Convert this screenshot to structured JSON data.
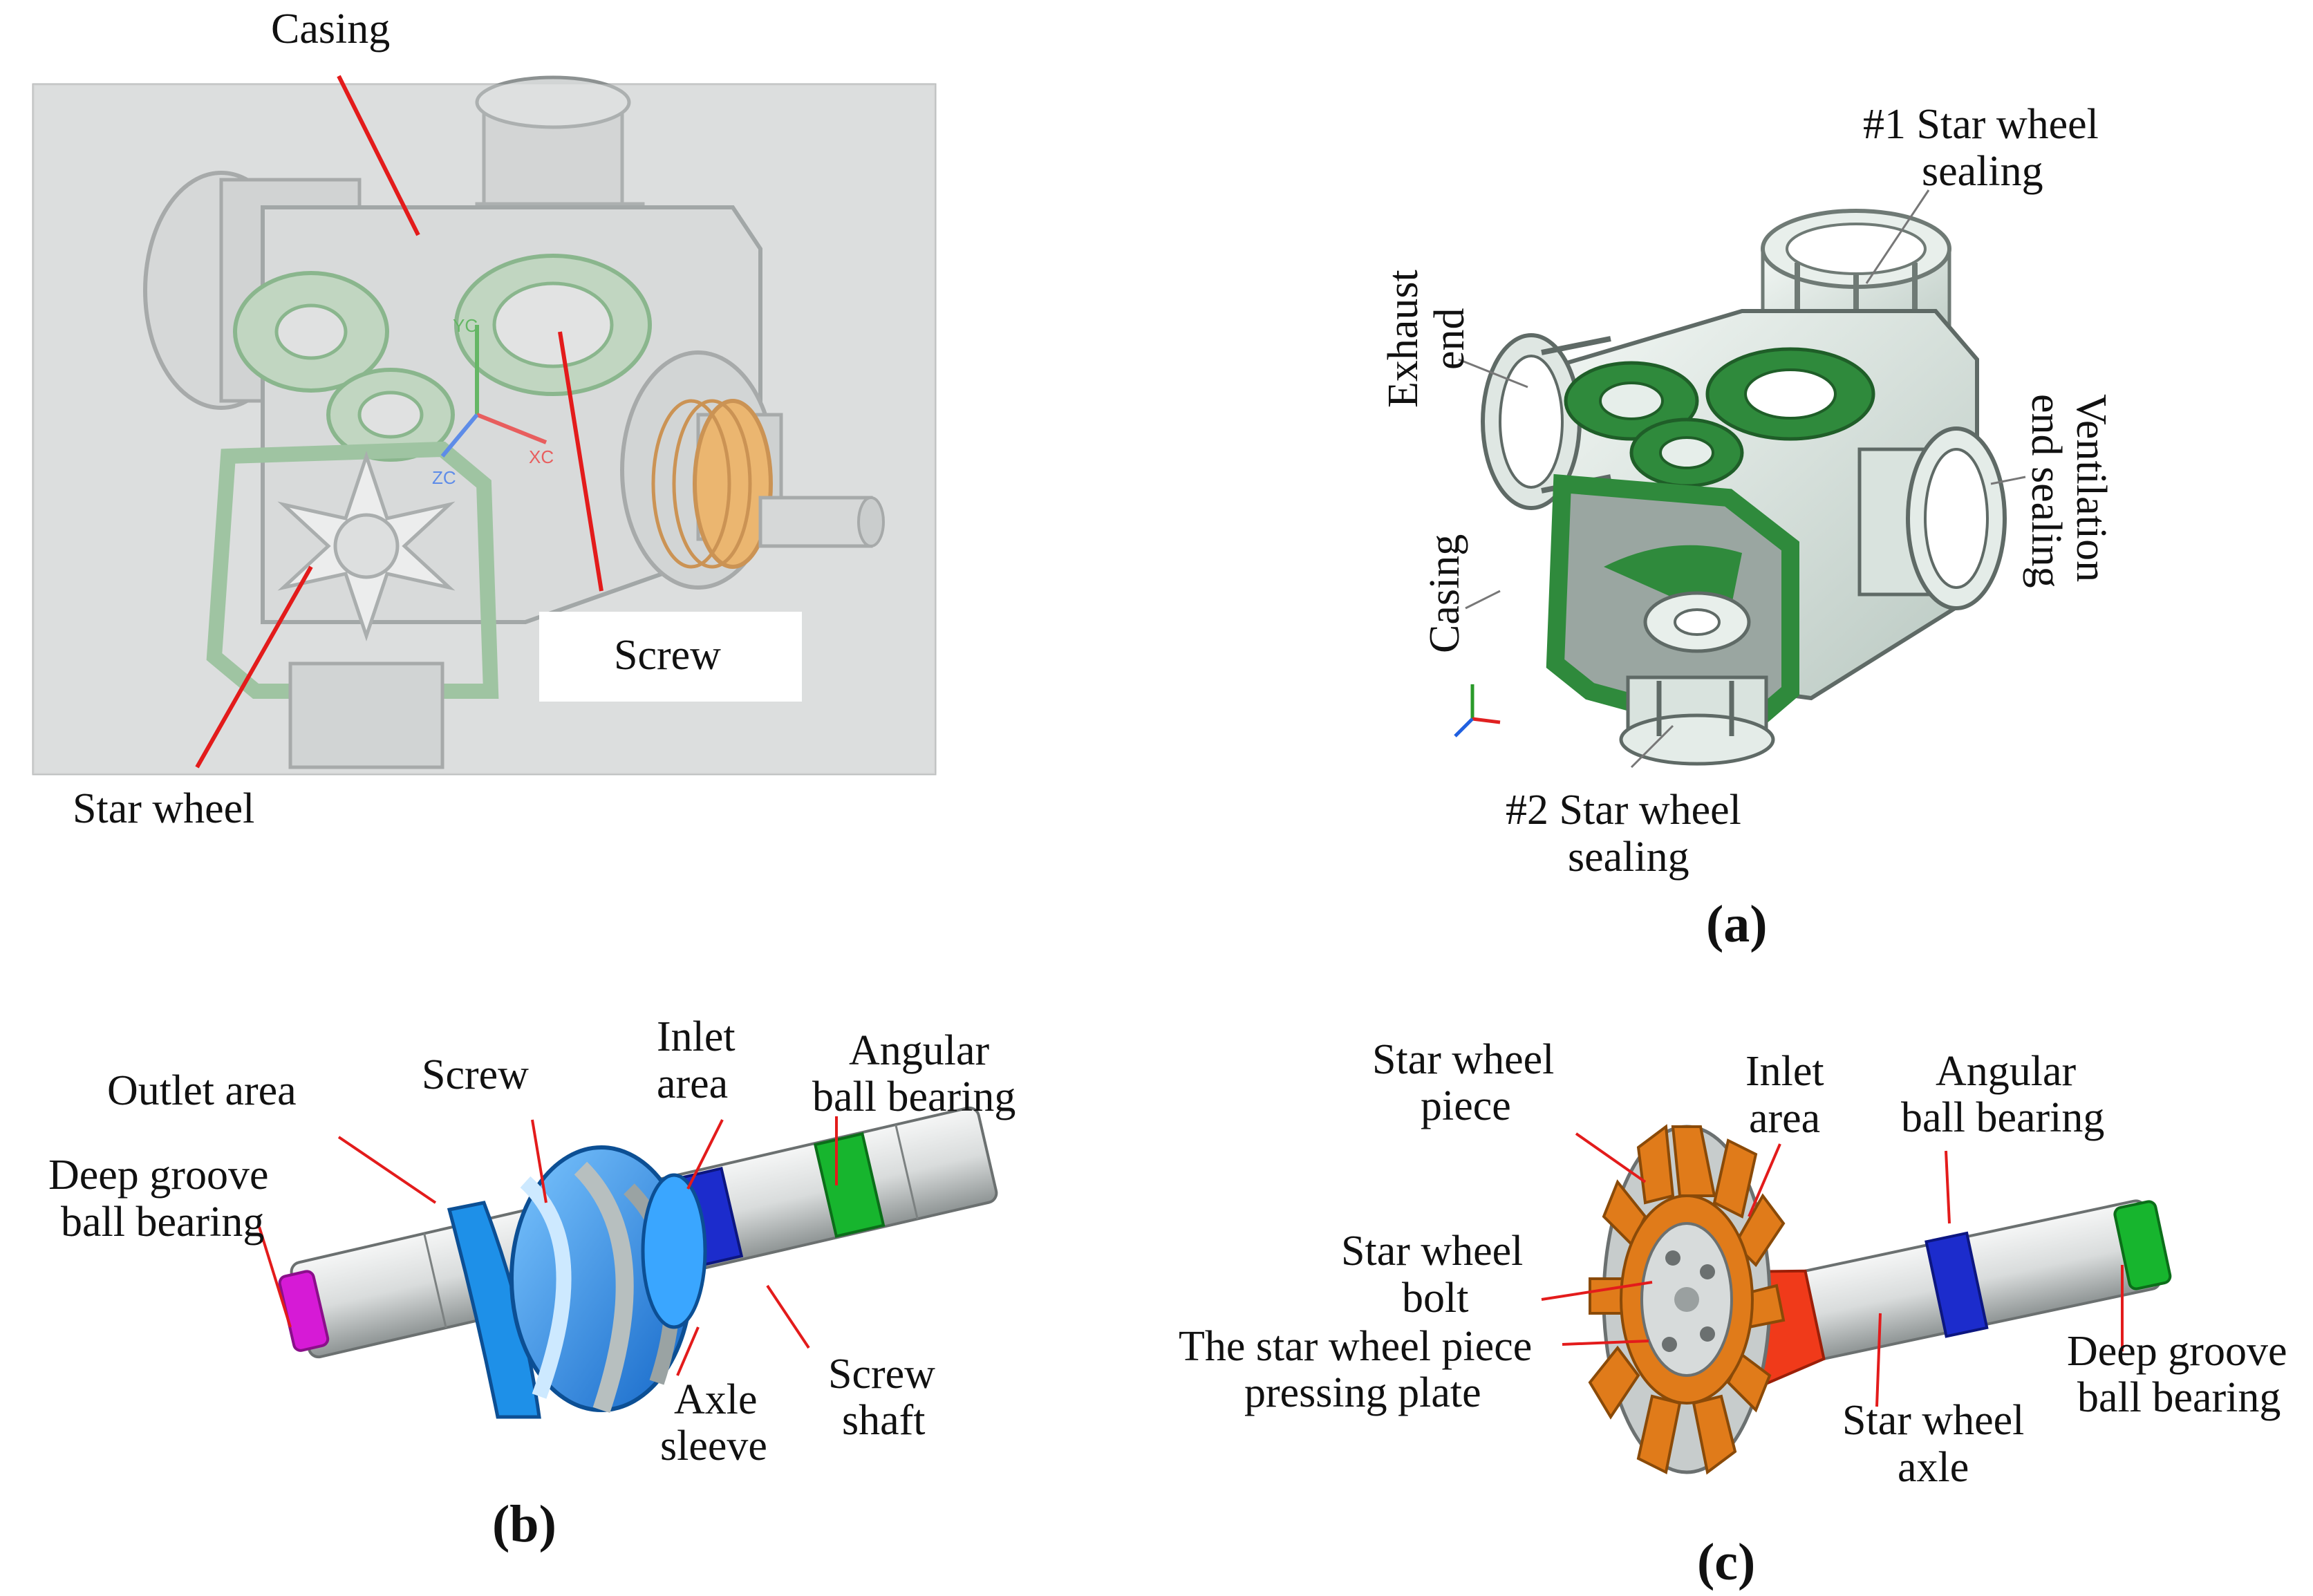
{
  "panel_a_left": {
    "labels": {
      "casing": "Casing",
      "screw": "Screw",
      "star_wheel": "Star wheel"
    },
    "axes": {
      "yc": "YC",
      "xc": "XC",
      "zc": "ZC"
    }
  },
  "panel_a_right": {
    "labels": {
      "star_wheel_sealing_1_l1": "#1 Star wheel",
      "star_wheel_sealing_1_l2": "sealing",
      "exhaust_end_l1": "Exhaust",
      "exhaust_end_l2": "end",
      "ventilation_l1": "Ventilation",
      "ventilation_l2": "end sealing",
      "casing": "Casing",
      "star_wheel_sealing_2_l1": "#2 Star wheel",
      "star_wheel_sealing_2_l2": "sealing"
    }
  },
  "panel_b": {
    "labels": {
      "outlet_area": "Outlet area",
      "screw": "Screw",
      "inlet_l1": "Inlet",
      "inlet_l2": "area",
      "angular_l1": "Angular",
      "angular_l2": "ball bearing",
      "deep_groove_l1": "Deep groove",
      "deep_groove_l2": "ball bearing",
      "axle_sleeve_l1": "Axle",
      "axle_sleeve_l2": "sleeve",
      "screw_shaft_l1": "Screw",
      "screw_shaft_l2": "shaft"
    }
  },
  "panel_c": {
    "labels": {
      "star_wheel_piece_l1": "Star wheel",
      "star_wheel_piece_l2": "piece",
      "inlet_l1": "Inlet",
      "inlet_l2": "area",
      "angular_l1": "Angular",
      "angular_l2": "ball bearing",
      "bolt_l1": "Star wheel",
      "bolt_l2": "bolt",
      "pressing_l1": "The star wheel piece",
      "pressing_l2": "pressing plate",
      "axle_l1": "Star wheel",
      "axle_l2": "axle",
      "deep_groove_l1": "Deep groove",
      "deep_groove_l2": "ball bearing"
    }
  },
  "captions": {
    "a": "(a)",
    "b": "(b)",
    "c": "(c)"
  },
  "colors": {
    "leader": "#e31b1b",
    "casing_green": "#2f8a3c",
    "screw_blue": "#1e90e8",
    "orange": "#e07b1a",
    "magenta": "#d61ad6",
    "bearing_green": "#17b52e",
    "sleeve_blue": "#1c2ccc"
  }
}
